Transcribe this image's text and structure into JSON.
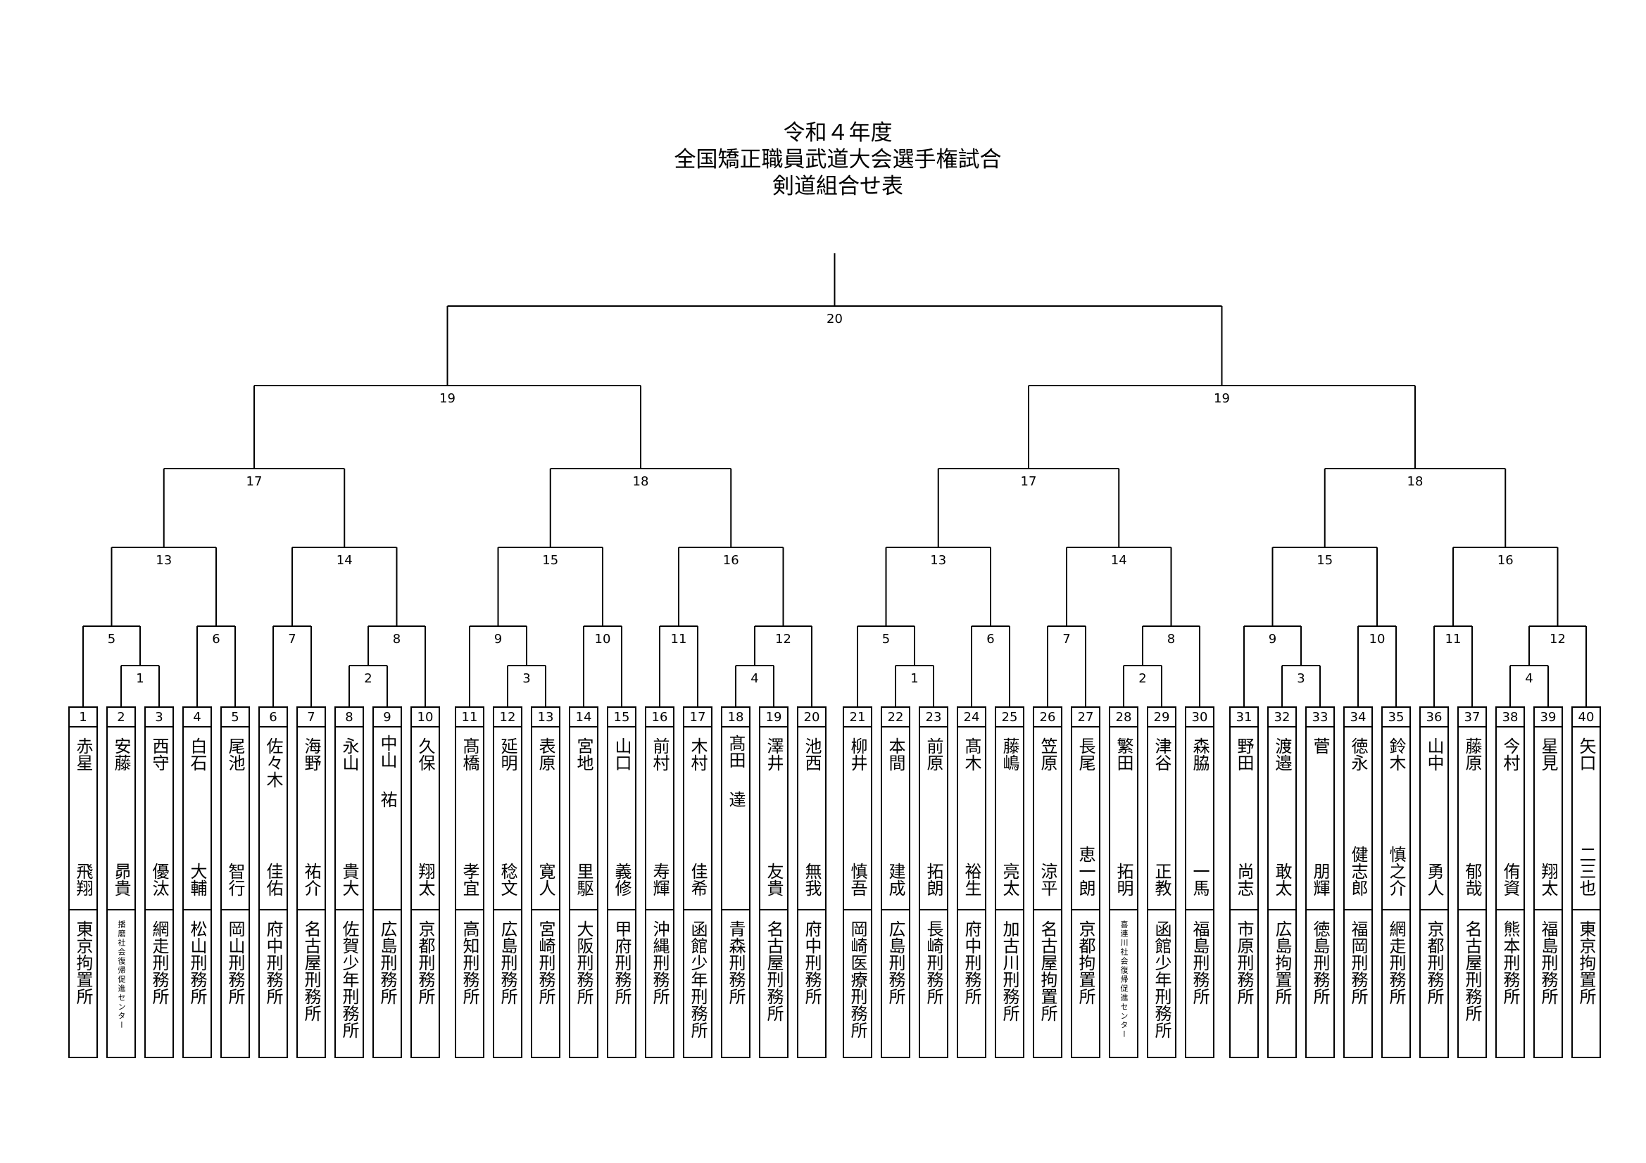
{
  "title_lines": [
    "令和４年度",
    "全国矯正職員武道大会選手権試合",
    "剣道組合せ表"
  ],
  "match_numbers": {
    "final": "20",
    "left": [
      "1",
      "2",
      "3",
      "4",
      "5",
      "6",
      "7",
      "8",
      "9",
      "10",
      "11",
      "12",
      "13",
      "14",
      "15",
      "16",
      "17",
      "18",
      "19"
    ],
    "right": [
      "1",
      "2",
      "3",
      "4",
      "5",
      "6",
      "7",
      "8",
      "9",
      "10",
      "11",
      "12",
      "13",
      "14",
      "15",
      "16",
      "17",
      "18",
      "19"
    ]
  },
  "participants": [
    {
      "no": "1",
      "family": "赤星",
      "given": "飛翔",
      "affiliation": "東京拘置所"
    },
    {
      "no": "2",
      "family": "安藤",
      "given": "昴貴",
      "affiliation": "播磨社会復帰促進センター"
    },
    {
      "no": "3",
      "family": "西守",
      "given": "優汰",
      "affiliation": "網走刑務所"
    },
    {
      "no": "4",
      "family": "白石",
      "given": "大輔",
      "affiliation": "松山刑務所"
    },
    {
      "no": "5",
      "family": "尾池",
      "given": "智行",
      "affiliation": "岡山刑務所"
    },
    {
      "no": "6",
      "family": "佐々木",
      "given": "佳佑",
      "affiliation": "府中刑務所"
    },
    {
      "no": "7",
      "family": "海野",
      "given": "祐介",
      "affiliation": "名古屋刑務所"
    },
    {
      "no": "8",
      "family": "永山",
      "given": "貴大",
      "affiliation": "佐賀少年刑務所"
    },
    {
      "no": "9",
      "family": "中山",
      "given": "祐",
      "affiliation": "広島刑務所"
    },
    {
      "no": "10",
      "family": "久保",
      "given": "翔太",
      "affiliation": "京都刑務所"
    },
    {
      "no": "11",
      "family": "髙橋",
      "given": "孝宜",
      "affiliation": "高知刑務所"
    },
    {
      "no": "12",
      "family": "延明",
      "given": "稔文",
      "affiliation": "広島刑務所"
    },
    {
      "no": "13",
      "family": "表原",
      "given": "寛人",
      "affiliation": "宮崎刑務所"
    },
    {
      "no": "14",
      "family": "宮地",
      "given": "里駆",
      "affiliation": "大阪刑務所"
    },
    {
      "no": "15",
      "family": "山口",
      "given": "義修",
      "affiliation": "甲府刑務所"
    },
    {
      "no": "16",
      "family": "前村",
      "given": "寿輝",
      "affiliation": "沖縄刑務所"
    },
    {
      "no": "17",
      "family": "木村",
      "given": "佳希",
      "affiliation": "函館少年刑務所"
    },
    {
      "no": "18",
      "family": "髙田",
      "given": "達",
      "affiliation": "青森刑務所"
    },
    {
      "no": "19",
      "family": "澤井",
      "given": "友貴",
      "affiliation": "名古屋刑務所"
    },
    {
      "no": "20",
      "family": "池西",
      "given": "無我",
      "affiliation": "府中刑務所"
    },
    {
      "no": "21",
      "family": "柳井",
      "given": "慎吾",
      "affiliation": "岡崎医療刑務所"
    },
    {
      "no": "22",
      "family": "本間",
      "given": "建成",
      "affiliation": "広島刑務所"
    },
    {
      "no": "23",
      "family": "前原",
      "given": "拓朗",
      "affiliation": "長崎刑務所"
    },
    {
      "no": "24",
      "family": "髙木",
      "given": "裕生",
      "affiliation": "府中刑務所"
    },
    {
      "no": "25",
      "family": "藤嶋",
      "given": "亮太",
      "affiliation": "加古川刑務所"
    },
    {
      "no": "26",
      "family": "笠原",
      "given": "涼平",
      "affiliation": "名古屋拘置所"
    },
    {
      "no": "27",
      "family": "長尾",
      "given": "恵一朗",
      "affiliation": "京都拘置所"
    },
    {
      "no": "28",
      "family": "繁田",
      "given": "拓明",
      "affiliation": "喜連川社会復帰促進センター"
    },
    {
      "no": "29",
      "family": "津谷",
      "given": "正教",
      "affiliation": "函館少年刑務所"
    },
    {
      "no": "30",
      "family": "森脇",
      "given": "一馬",
      "affiliation": "福島刑務所"
    },
    {
      "no": "31",
      "family": "野田",
      "given": "尚志",
      "affiliation": "市原刑務所"
    },
    {
      "no": "32",
      "family": "渡邉",
      "given": "敢太",
      "affiliation": "広島拘置所"
    },
    {
      "no": "33",
      "family": "菅",
      "given": "朋輝",
      "affiliation": "徳島刑務所"
    },
    {
      "no": "34",
      "family": "徳永",
      "given": "健志郎",
      "affiliation": "福岡刑務所"
    },
    {
      "no": "35",
      "family": "鈴木",
      "given": "慎之介",
      "affiliation": "網走刑務所"
    },
    {
      "no": "36",
      "family": "山中",
      "given": "勇人",
      "affiliation": "京都刑務所"
    },
    {
      "no": "37",
      "family": "藤原",
      "given": "郁哉",
      "affiliation": "名古屋刑務所"
    },
    {
      "no": "38",
      "family": "今村",
      "given": "侑資",
      "affiliation": "熊本刑務所"
    },
    {
      "no": "39",
      "family": "星見",
      "given": "翔太",
      "affiliation": "福島刑務所"
    },
    {
      "no": "40",
      "family": "矢口",
      "given": "二三也",
      "affiliation": "東京拘置所"
    }
  ]
}
